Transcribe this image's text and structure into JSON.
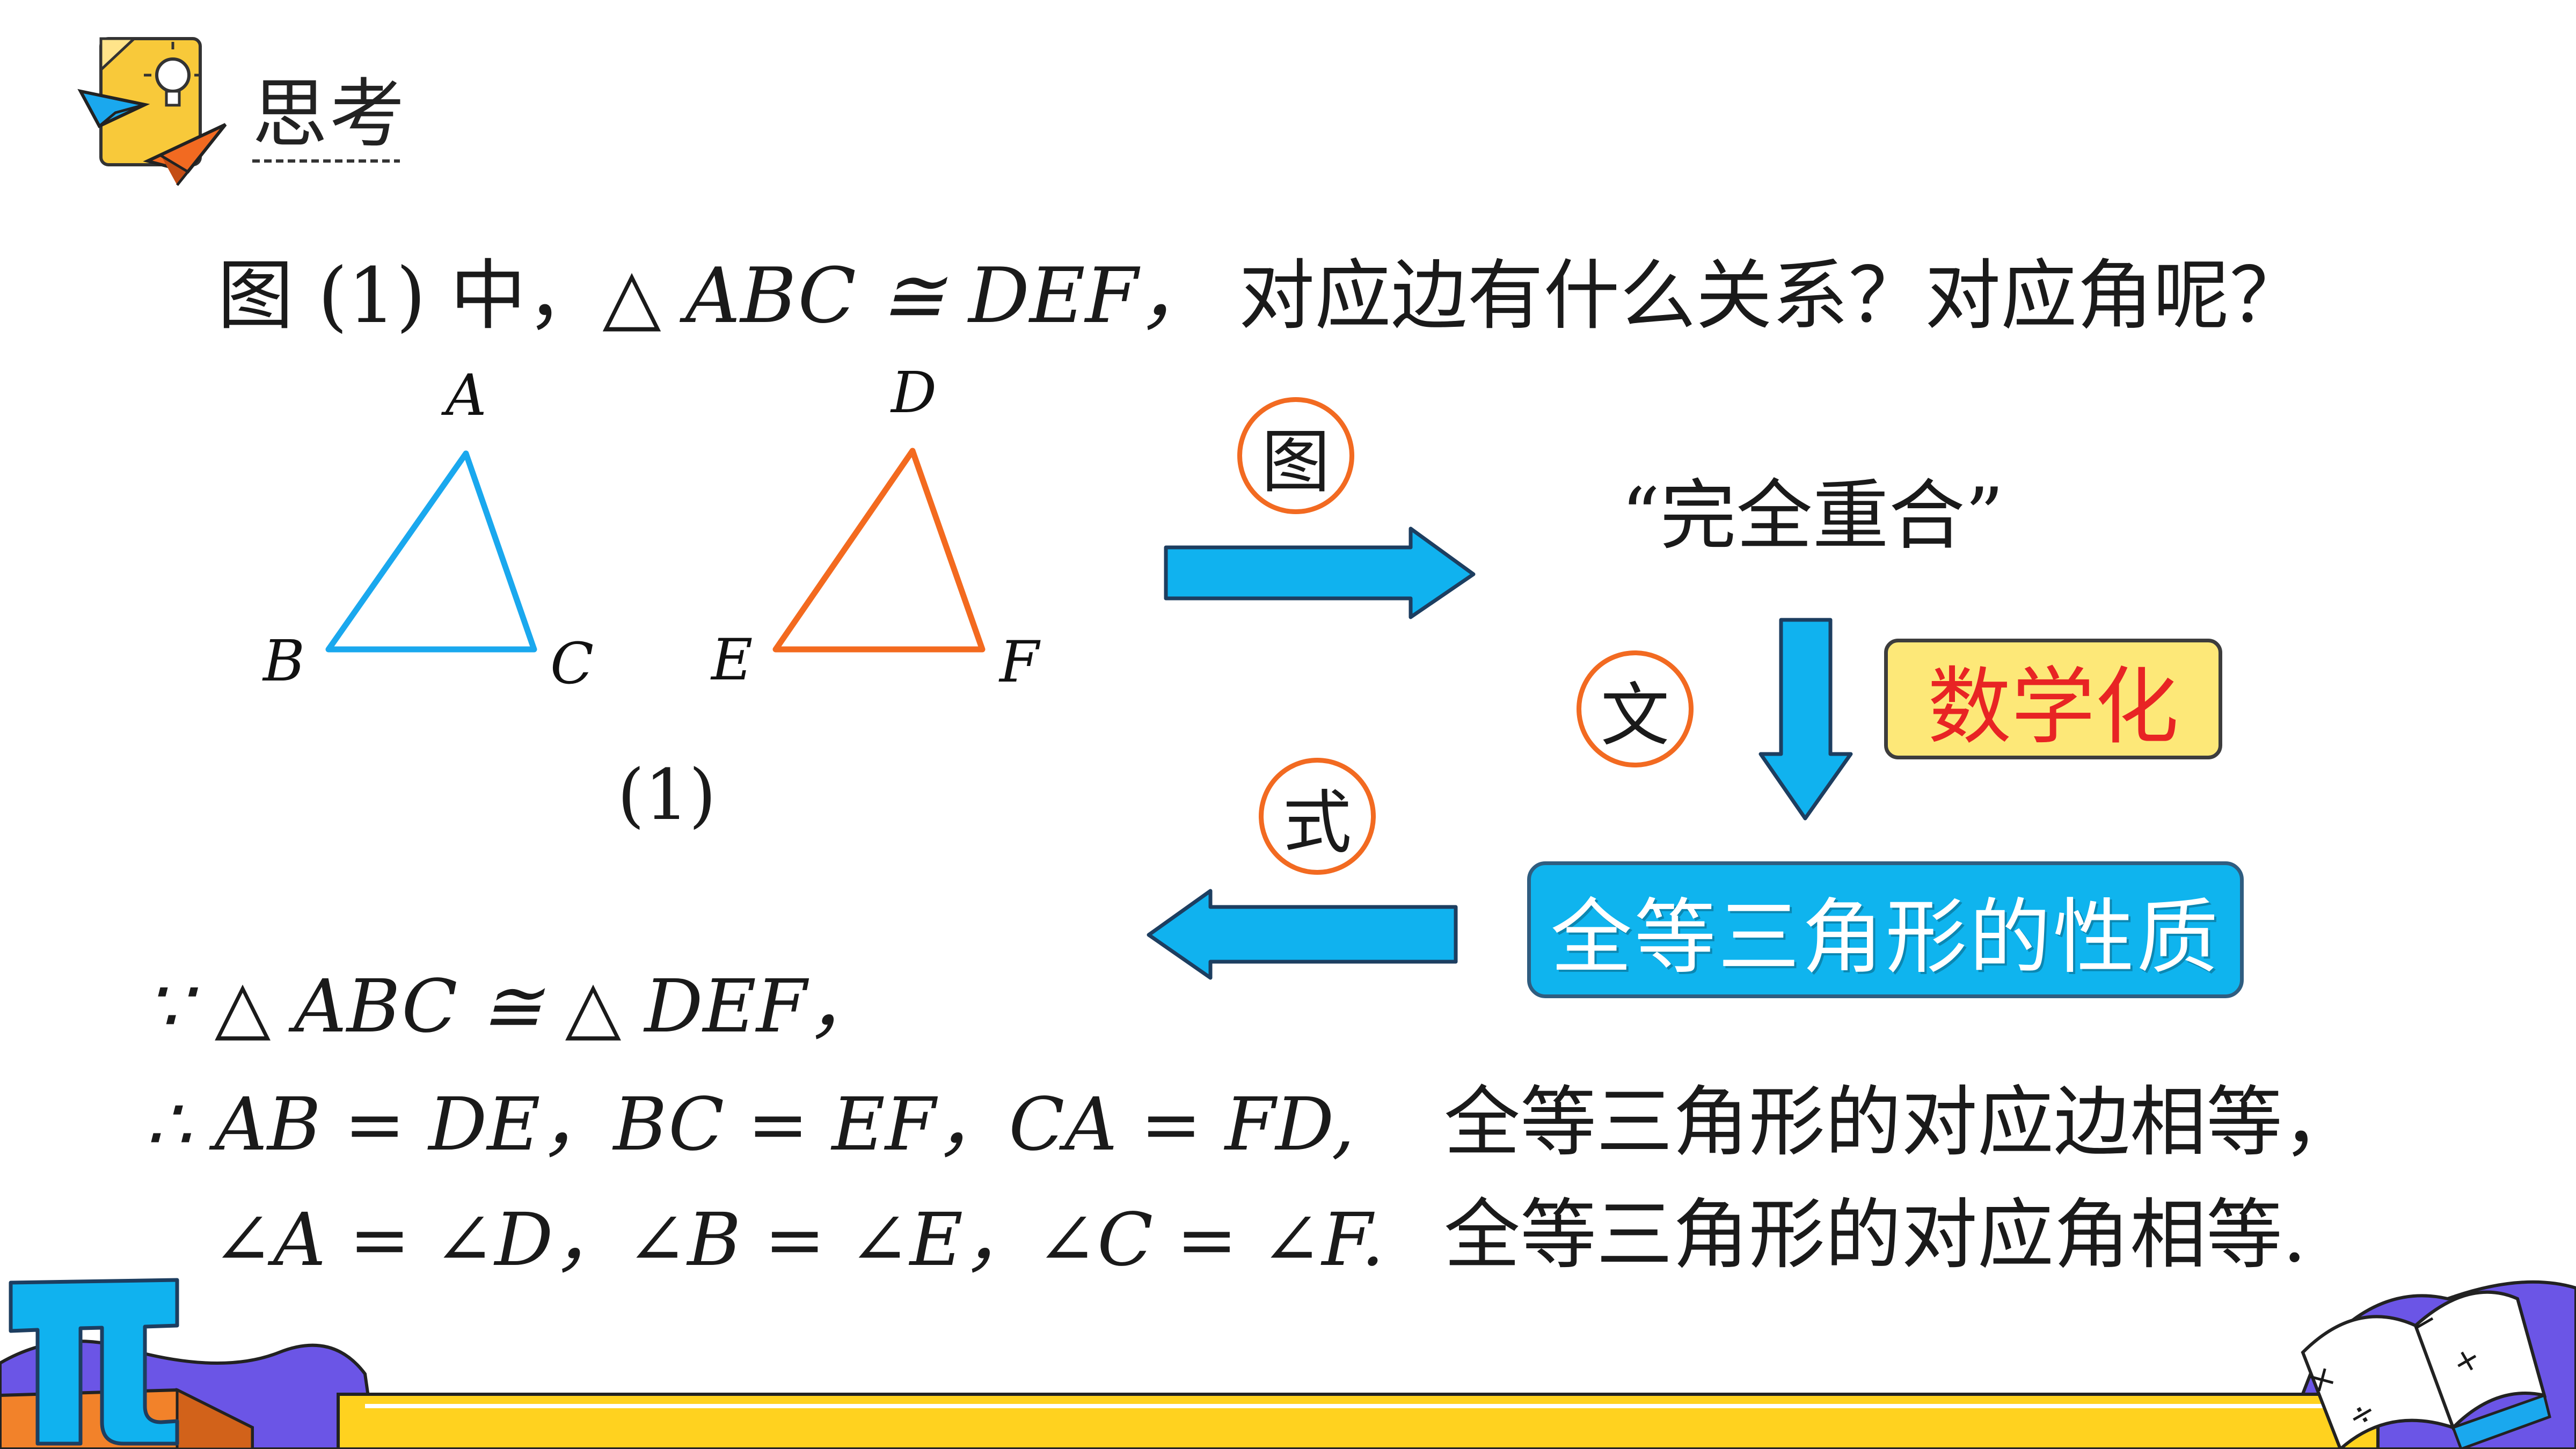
{
  "header": {
    "title": "思考"
  },
  "question": {
    "prefix": "图 (1) 中，",
    "congruence": "△ ABC ≅  DEF，",
    "suffix": " 对应边有什么关系？对应角呢？"
  },
  "figure": {
    "triangle1": {
      "labels": [
        "A",
        "B",
        "C"
      ],
      "color": "#1aa8ee"
    },
    "triangle2": {
      "labels": [
        "D",
        "E",
        "F"
      ],
      "color": "#f36a1f"
    },
    "caption": "(1)"
  },
  "flow": {
    "circle_tu": "图",
    "circle_wen": "文",
    "circle_shi": "式",
    "overlap_text": "“完全重合”",
    "math_badge": "数学化",
    "property_box": "全等三角形的性质",
    "arrow_color": "#10b2ef"
  },
  "proof": {
    "line1": "∵ △ ABC ≅  △ DEF，",
    "line2": "∴ AB = DE，BC = EF，CA = FD,",
    "line3": "∠A = ∠D，∠B = ∠E，∠C = ∠F."
  },
  "conclusion": {
    "line1": "全等三角形的对应边相等，",
    "line2": "全等三角形的对应角相等."
  },
  "decor": {
    "pi_symbol": "π",
    "book_symbols": [
      "×",
      "÷",
      "−",
      "+"
    ],
    "bar_color": "#ffd21f",
    "purple": "#6b55e6"
  }
}
